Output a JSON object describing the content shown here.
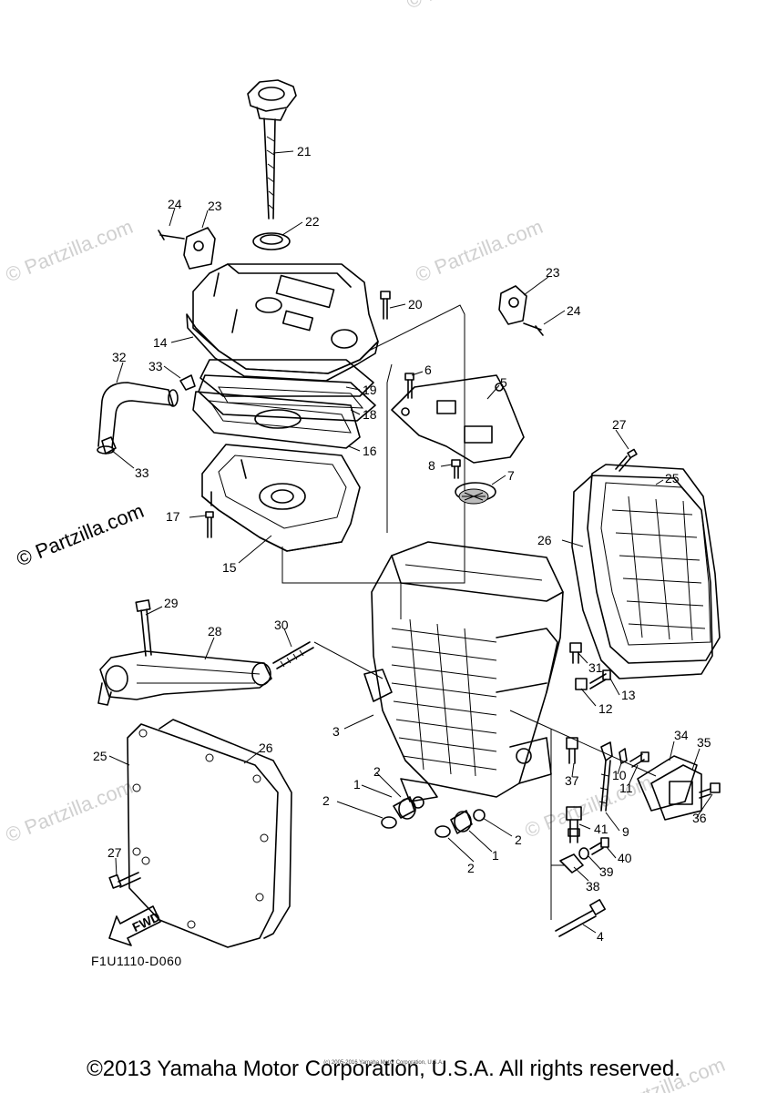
{
  "callouts": [
    "21",
    "22",
    "23",
    "24",
    "20",
    "23",
    "24",
    "14",
    "19",
    "18",
    "16",
    "32",
    "33",
    "33",
    "6",
    "5",
    "8",
    "7",
    "27",
    "25",
    "26",
    "17",
    "15",
    "29",
    "30",
    "28",
    "31",
    "13",
    "12",
    "3",
    "34",
    "35",
    "26",
    "25",
    "10",
    "11",
    "36",
    "2",
    "1",
    "2",
    "37",
    "41",
    "9",
    "2",
    "1",
    "2",
    "40",
    "39",
    "38",
    "27",
    "4"
  ],
  "watermark": {
    "text": "© Partzilla.com",
    "side_text": "© Partzilla.com"
  },
  "fwd_label": "FWD",
  "diagram_code": "F1U1110-D060",
  "copyright": "©2013 Yamaha Motor Corporation, U.S.A. All rights reserved.",
  "tiny_notice": "(c) 2005-2016 Yamaha Motor Corporation, U.S.A."
}
